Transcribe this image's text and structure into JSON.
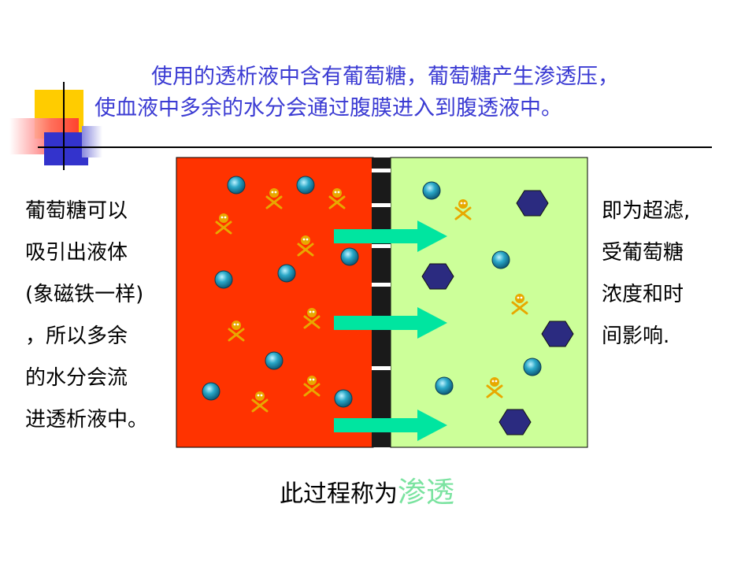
{
  "title": {
    "line1": "使用的透析液中含有葡萄糖，葡萄糖产生渗透压，",
    "line2": "使血液中多余的水分会通过腹膜进入到腹透液中。"
  },
  "left_text": [
    "葡萄糖可以",
    "吸引出液体",
    "(象磁铁一样)",
    "，所以多余",
    "的水分会流",
    "进透析液中。"
  ],
  "right_text": [
    "即为超滤,",
    "受葡萄糖",
    "浓度和时",
    "间影响."
  ],
  "caption": {
    "prefix": "此过程称为",
    "highlight": "渗透"
  },
  "colors": {
    "title": "#3b3bd3",
    "blood_side": "#ff3300",
    "dialysate_side": "#ccff99",
    "membrane": "#1a1a1a",
    "arrow": "#00e5a0",
    "molecule_sphere": "#2aa8c8",
    "toxin_symbol": "#e8a800",
    "hexagon": "#2b2b80",
    "caption_highlight": "#7be3a0"
  },
  "icons": [
    "water-molecule-sphere",
    "skull-crossbones-toxin",
    "hexagon-molecule",
    "flow-arrow"
  ]
}
